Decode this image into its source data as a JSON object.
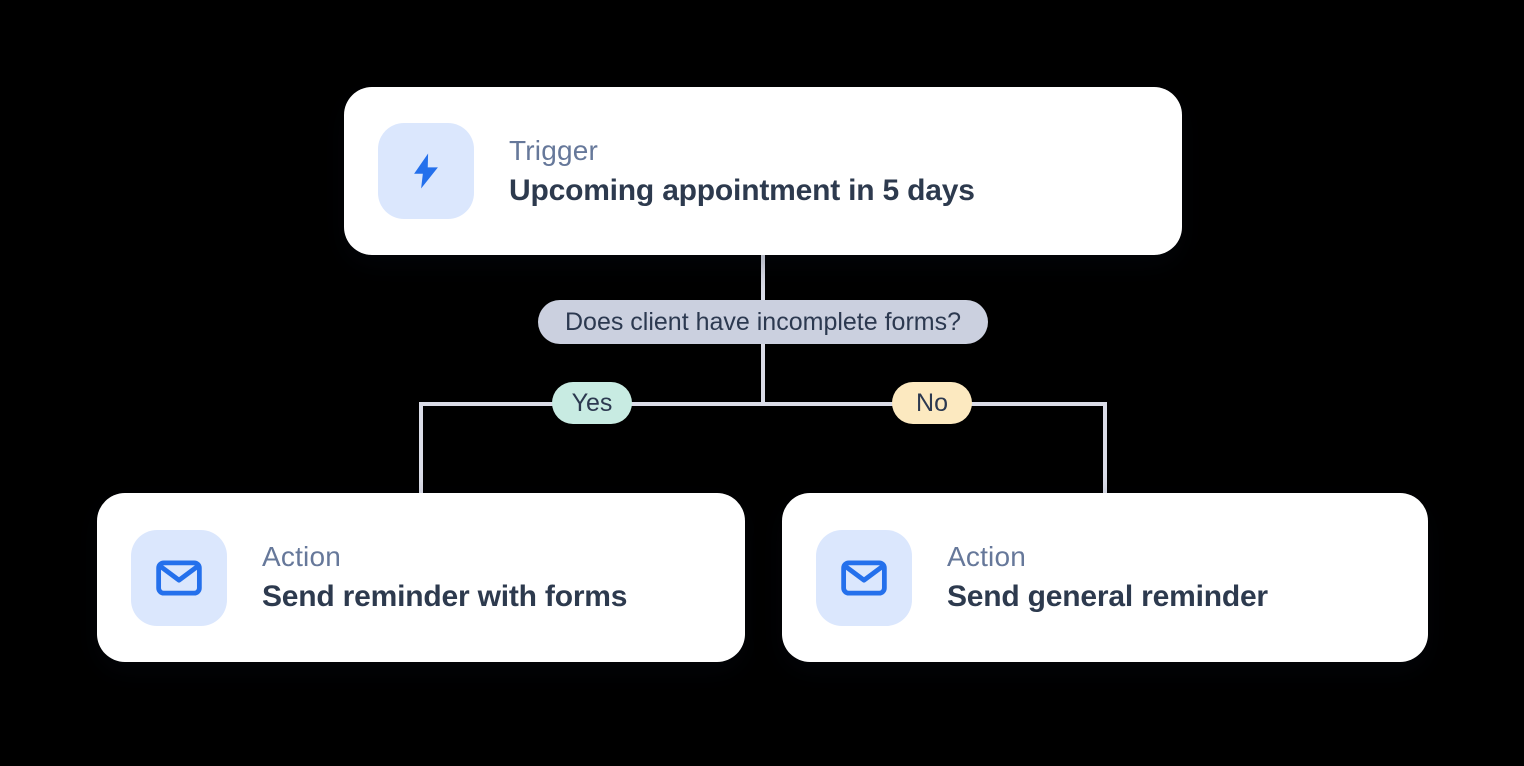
{
  "colors": {
    "bg": "#000000",
    "card": "#ffffff",
    "line": "#dbdde8",
    "blue": "#2470ec",
    "icon-bg": "#dbe7fd",
    "label": "#66789a",
    "title": "#2d3a4e",
    "navy": "#2c3950",
    "condition-bg": "#cbd0df",
    "yes-bg": "#c8ebe2",
    "no-bg": "#fce9c0"
  },
  "flow": {
    "trigger": {
      "label": "Trigger",
      "title": "Upcoming appointment in 5 days",
      "icon": "lightning-icon"
    },
    "condition": {
      "question": "Does client have incomplete forms?"
    },
    "branches": [
      {
        "label": "Yes",
        "action": {
          "label": "Action",
          "title": "Send reminder with forms",
          "icon": "mail-icon"
        }
      },
      {
        "label": "No",
        "action": {
          "label": "Action",
          "title": "Send general reminder",
          "icon": "mail-icon"
        }
      }
    ]
  }
}
